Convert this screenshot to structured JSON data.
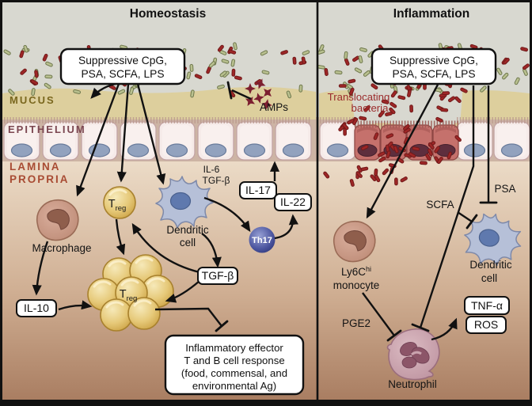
{
  "figure": {
    "left_panel_title": "Homeostasis",
    "right_panel_title": "Inflammation"
  },
  "layers": {
    "mucus": "MUCUS",
    "epithelium": "EPITHELIUM",
    "lamina_line1": "LAMINA",
    "lamina_line2": "PROPRIA"
  },
  "left": {
    "suppressive_line1": "Suppressive CpG,",
    "suppressive_line2": "PSA, SCFA, LPS",
    "amps": "AMPs",
    "macrophage": "Macrophage",
    "il10": "IL-10",
    "treg_main": "T",
    "treg_sub": "reg",
    "treg_cluster_main": "T",
    "treg_cluster_sub": "reg",
    "dendritic_line1": "Dendritic",
    "dendritic_line2": "cell",
    "il6": "IL-6",
    "tgfb_secreted": "TGF-β",
    "il17": "IL-17",
    "il22": "IL-22",
    "th17": "Th17",
    "tgfb_box": "TGF-β",
    "response_line1": "Inflammatory effector",
    "response_line2": "T and B cell response",
    "response_line3": "(food, commensal, and",
    "response_line4": "environmental Ag)"
  },
  "right": {
    "suppressive_line1": "Suppressive CpG,",
    "suppressive_line2": "PSA, SCFA, LPS",
    "translocating_line1": "Translocating",
    "translocating_line2": "bacteria",
    "ly6c": "Ly6C",
    "ly6c_sup": "hi",
    "monocyte": "monocyte",
    "pge2": "PGE2",
    "scfa": "SCFA",
    "psa": "PSA",
    "dendritic_line1": "Dendritic",
    "dendritic_line2": "cell",
    "tnfa": "TNF-α",
    "ros": "ROS",
    "neutrophil": "Neutrophil"
  },
  "palette": {
    "lumen_bg": "#d8d8d0",
    "mucus": "#ddcf9d",
    "epithelium_band": "#cdb4a4",
    "lamina_top": "#ecdcc8",
    "lamina_bottom": "#a87c60",
    "bacteria_green": "#b9c08f",
    "bacteria_green_outline": "#6f784d",
    "bacteria_red": "#9e2626",
    "bacteria_red_outline": "#701a1a",
    "amps_red": "#7c1f30",
    "treg_gold": "#e2bf62",
    "th17_blue": "#3a4287",
    "dendritic_blue": "#b6c0d8",
    "macrophage_brown": "#c59181",
    "neutrophil_pink": "#cba6b0",
    "epithelial_cell": "#f6ebe9",
    "damaged_cell": "#c5716c",
    "nucleus_blue": "#92a2be",
    "label_mucus": "#7a671e",
    "label_epithelium": "#7b4650",
    "label_lamina": "#a84b33",
    "label_translocating": "#9b2c2c",
    "line_black": "#111111",
    "box_bg": "#ffffff"
  }
}
